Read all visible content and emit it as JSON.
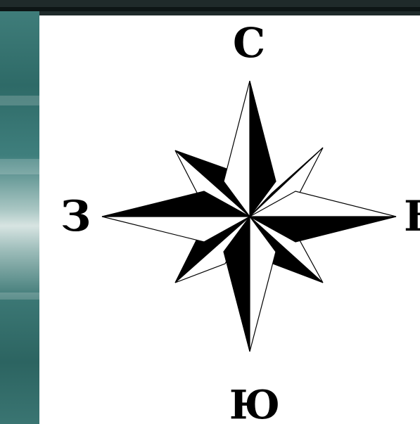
{
  "compass": {
    "north": "С",
    "south": "Ю",
    "west": "З",
    "east": "В"
  },
  "colors": {
    "ink": "#000000",
    "paper": "#ffffff",
    "frame_teal": "#3f7d7a",
    "frame_dark": "#0d1515"
  }
}
